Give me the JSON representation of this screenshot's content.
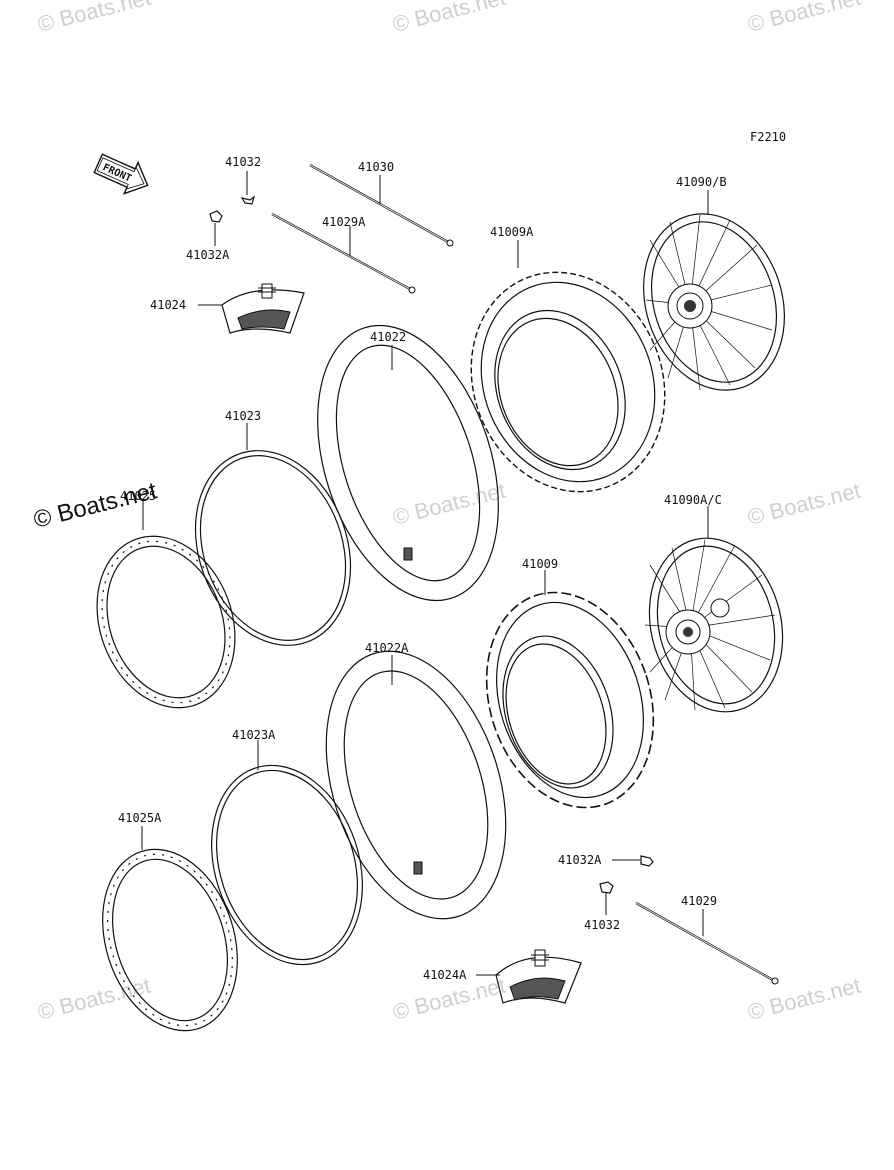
{
  "diagram": {
    "code": "F2210",
    "front_label": "FRONT",
    "watermark": "© Boats.net",
    "labels": {
      "p41032_top": "41032",
      "p41030": "41030",
      "p41032a_top": "41032A",
      "p41029a": "41029A",
      "p41009a": "41009A",
      "p41090b": "41090/B",
      "p41024": "41024",
      "p41022": "41022",
      "p41023": "41023",
      "p41025": "41025",
      "p41090ac": "41090A/C",
      "p41009": "41009",
      "p41022a": "41022A",
      "p41023a": "41023A",
      "p41025a": "41025A",
      "p41032a_bottom": "41032A",
      "p41032_bottom": "41032",
      "p41029": "41029",
      "p41024a": "41024A"
    }
  }
}
